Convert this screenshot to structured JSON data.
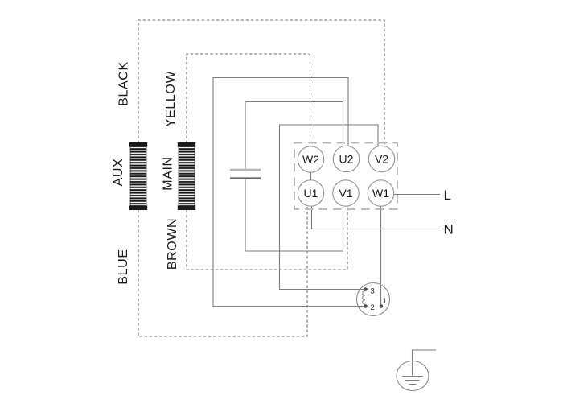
{
  "colors": {
    "background": "#ffffff",
    "wire-solid": "#7d7d7d",
    "wire-dashed": "#6f6f6f",
    "terminal-block-dash": "#b4b4b4",
    "terminal-circle": "#9a9a9a",
    "plug-outline": "#8a8a8a",
    "winding": "#1a1a1a",
    "cap-plate-top": "#b5b5b5",
    "cap-plate-bottom": "#686868",
    "text": "#1c1c1c"
  },
  "diagram": {
    "wire_labels": {
      "black": "BLACK",
      "yellow": "YELLOW",
      "blue": "BLUE",
      "brown": "BROWN"
    },
    "windings": {
      "aux": "AUX",
      "main": "MAIN"
    },
    "terminal_block": {
      "top_row": [
        "W2",
        "U2",
        "V2"
      ],
      "bottom_row": [
        "U1",
        "V1",
        "W1"
      ]
    },
    "supply": {
      "live": "L",
      "neutral": "N"
    },
    "plug_pins": {
      "pin3": "3",
      "pin2": "2",
      "pin1": "1"
    },
    "icons": {
      "capacitor": "two-parallel-plates",
      "ground": "circle-with-earth-bars",
      "plug": "3-pin-round-connector",
      "aux_winding": "hatched-bar",
      "main_winding": "hatched-bar"
    }
  }
}
